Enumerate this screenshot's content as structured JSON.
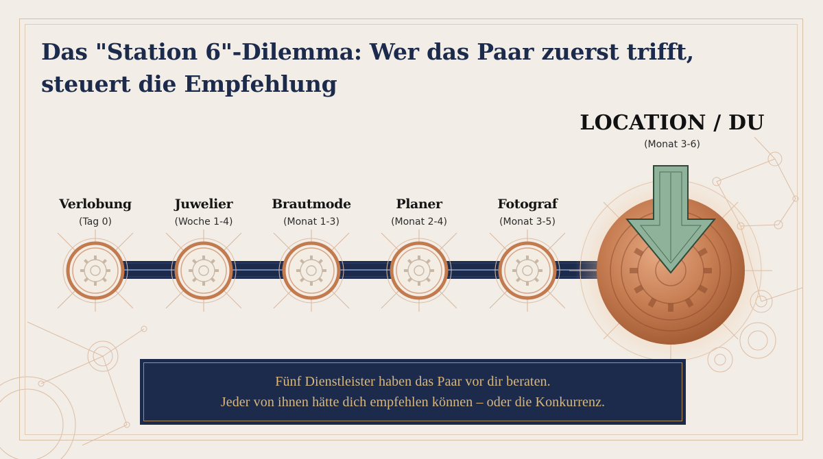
{
  "title": {
    "line1": "Das \"Station 6\"-Dilemma: Wer das Paar zuerst trifft,",
    "line2": "steuert die Empfehlung"
  },
  "stations": [
    {
      "name": "Verlobung",
      "time": "(Tag 0)"
    },
    {
      "name": "Juwelier",
      "time": "(Woche 1-4)"
    },
    {
      "name": "Brautmode",
      "time": "(Monat 1-3)"
    },
    {
      "name": "Planer",
      "time": "(Monat 2-4)"
    },
    {
      "name": "Fotograf",
      "time": "(Monat 3-5)"
    }
  ],
  "destination": {
    "name": "LOCATION / DU",
    "time": "(Monat 3-6)"
  },
  "note": {
    "line1": "Fünf Dienstleister haben das Paar vor dir beraten.",
    "line2": "Jeder von ihnen hätte dich empfehlen können – oder die Konkurrenz."
  },
  "colors": {
    "navy": "#1c2b4c",
    "copper": "#c27a4f",
    "arrow_green": "#8fb39a",
    "gold_text": "#d9b77d"
  },
  "icons": [
    "gear-icon",
    "down-arrow-icon"
  ]
}
